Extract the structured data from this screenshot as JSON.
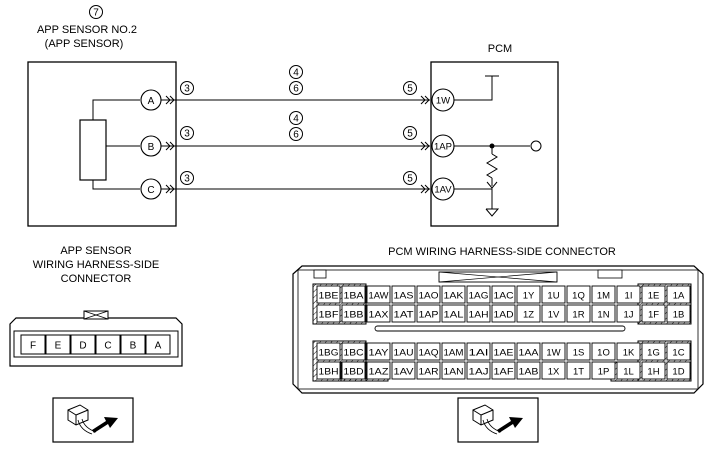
{
  "sensor": {
    "title_num": "7",
    "title": "APP SENSOR NO.2",
    "subtitle": "(APP SENSOR)",
    "pins": [
      "A",
      "B",
      "C"
    ]
  },
  "pcm": {
    "title": "PCM",
    "pins": [
      "1W",
      "1AP",
      "1AV"
    ]
  },
  "wire_marks": {
    "sensor_side": [
      "3",
      "3",
      "3"
    ],
    "pcm_side": [
      "5",
      "5",
      "5"
    ],
    "mid_top": [
      "4",
      "6"
    ],
    "mid_mid": [
      "4",
      "6"
    ]
  },
  "app_connector": {
    "title_lines": [
      "APP SENSOR",
      "WIRING HARNESS-SIDE",
      "CONNECTOR"
    ],
    "pins": [
      "F",
      "E",
      "D",
      "C",
      "B",
      "A"
    ]
  },
  "pcm_connector": {
    "title": "PCM WIRING HARNESS-SIDE CONNECTOR",
    "rows": [
      [
        "1BE",
        "1BA",
        "1AW",
        "1AS",
        "1AO",
        "1AK",
        "1AG",
        "1AC",
        "1Y",
        "1U",
        "1Q",
        "1M",
        "1I",
        "1E",
        "1A"
      ],
      [
        "1BF",
        "1BB",
        "1AX",
        "1AT",
        "1AP",
        "1AL",
        "1AH",
        "1AD",
        "1Z",
        "1V",
        "1R",
        "1N",
        "1J",
        "1F",
        "1B"
      ],
      [
        "1BG",
        "1BC",
        "1AY",
        "1AU",
        "1AQ",
        "1AM",
        "1AI",
        "1AE",
        "1AA",
        "1W",
        "1S",
        "1O",
        "1K",
        "1G",
        "1C"
      ],
      [
        "1BH",
        "1BD",
        "1AZ",
        "1AV",
        "1AR",
        "1AN",
        "1AJ",
        "1AF",
        "1AB",
        "1X",
        "1T",
        "1P",
        "1L",
        "1H",
        "1D"
      ]
    ]
  }
}
